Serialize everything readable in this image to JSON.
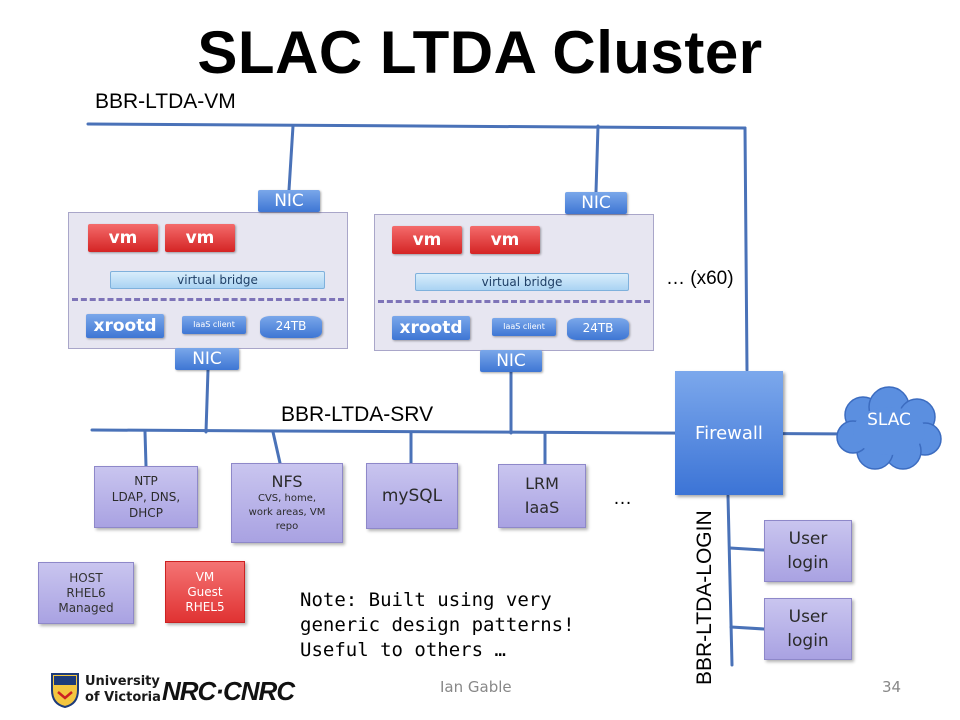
{
  "slide": {
    "title": "SLAC LTDA Cluster",
    "networks": {
      "vm_net": "BBR-LTDA-VM",
      "srv_net": "BBR-LTDA-SRV",
      "login_net": "BBR-LTDA-LOGIN"
    },
    "hosts": [
      {
        "nic_top": "NIC",
        "vms": [
          "vm",
          "vm"
        ],
        "bridge": "virtual bridge",
        "xrootd": "xrootd",
        "iaas_client": "IaaS client",
        "disk": "24TB",
        "nic_bottom": "NIC"
      },
      {
        "nic_top": "NIC",
        "vms": [
          "vm",
          "vm"
        ],
        "bridge": "virtual bridge",
        "xrootd": "xrootd",
        "iaas_client": "IaaS client",
        "disk": "24TB",
        "nic_bottom": "NIC"
      }
    ],
    "host_count_note": "… (x60)",
    "services": [
      {
        "lines": [
          "NTP",
          "LDAP, DNS,",
          "DHCP"
        ]
      },
      {
        "title": "NFS",
        "lines": [
          "CVS, home,",
          "work areas, VM",
          "repo"
        ]
      },
      {
        "title": "mySQL"
      },
      {
        "lines": [
          "LRM",
          "IaaS"
        ]
      }
    ],
    "more_services": "…",
    "firewall": "Firewall",
    "cloud": "SLAC",
    "user_logins": [
      "User login",
      "User login"
    ],
    "legend": {
      "host": [
        "HOST",
        "RHEL6",
        "Managed"
      ],
      "vm": [
        "VM",
        "Guest",
        "RHEL5"
      ]
    },
    "note": [
      "Note: Built using very",
      "generic design patterns!",
      "Useful to others …"
    ],
    "footer": {
      "logo_uvic": [
        "University",
        "of Victoria"
      ],
      "logo_nrc": "NRC·CNRC",
      "author": "Ian Gable",
      "page": "34"
    },
    "colors": {
      "wire": "#4a72b8",
      "accent_blue": "#3e76d4",
      "vm_red": "#d42424",
      "host_bg": "#e7e6f1",
      "service_purple": "#b0a9e6"
    }
  }
}
